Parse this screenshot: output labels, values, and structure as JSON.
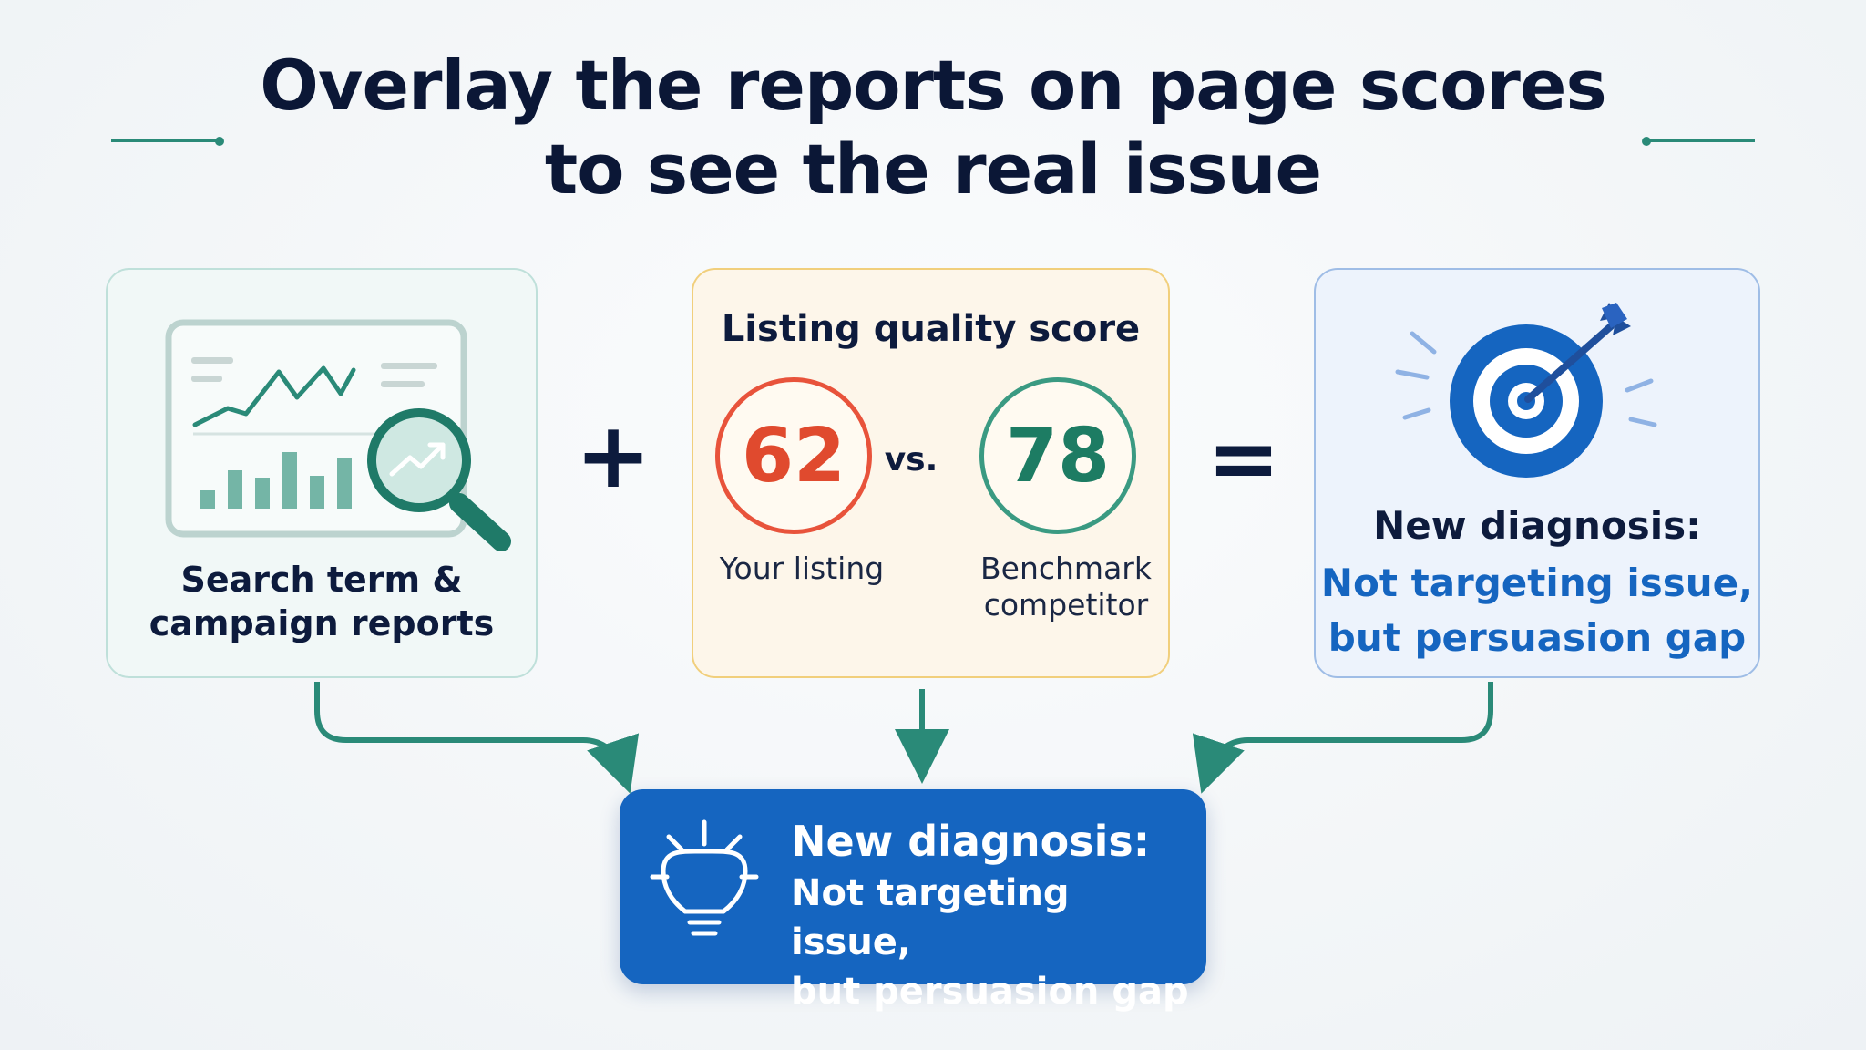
{
  "title": {
    "line1": "Overlay the reports on page scores",
    "line2": "to see the real issue"
  },
  "left_card": {
    "label_line1": "Search term &",
    "label_line2": "campaign reports",
    "icons": [
      "report-chart-icon",
      "magnifier-trend-icon"
    ]
  },
  "middle_card": {
    "heading": "Listing quality score",
    "your_score": "62",
    "benchmark_score": "78",
    "vs": "vs.",
    "your_label": "Your listing",
    "benchmark_label_line1": "Benchmark",
    "benchmark_label_line2": "competitor"
  },
  "operators": {
    "plus": "+",
    "equals": "="
  },
  "right_card": {
    "heading": "New diagnosis:",
    "body_line1": "Not targeting issue,",
    "body_line2": "but persuasion gap",
    "icon": "target-arrow-icon"
  },
  "result_card": {
    "heading": "New diagnosis:",
    "body_line1": "Not targeting issue,",
    "body_line2": "but persuasion gap",
    "icon": "lightbulb-icon"
  },
  "colors": {
    "teal": "#2a8a78",
    "red": "#e04a2e",
    "green": "#1d7c63",
    "blue": "#1565c0",
    "navy": "#0b1736"
  }
}
